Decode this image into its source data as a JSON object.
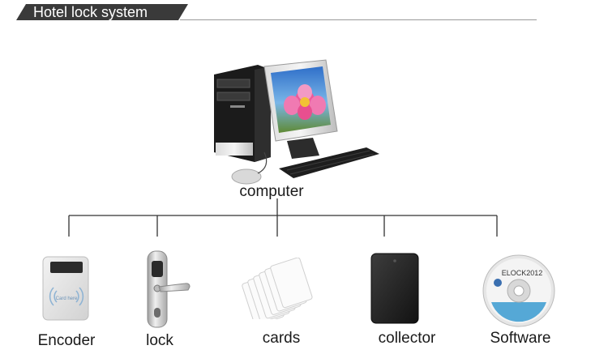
{
  "header": {
    "title": "Hotel lock system"
  },
  "root": {
    "label": "computer"
  },
  "devices": [
    {
      "label": "Encoder",
      "icon": "card-encoder-icon"
    },
    {
      "label": "lock",
      "icon": "door-lock-icon"
    },
    {
      "label": "cards",
      "icon": "key-cards-icon"
    },
    {
      "label": "collector",
      "icon": "data-collector-icon"
    },
    {
      "label": "Software",
      "icon": "software-cd-icon"
    }
  ],
  "encoder": {
    "window_text": "Card here"
  },
  "software": {
    "disc_text": "ELOCK2012"
  }
}
